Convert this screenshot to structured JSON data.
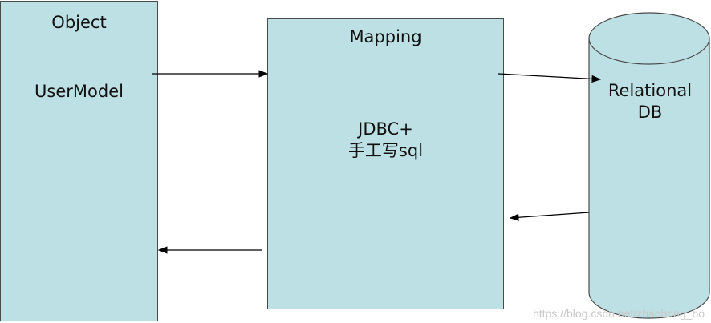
{
  "object": {
    "title": "Object",
    "name": "UserModel"
  },
  "mapping": {
    "title": "Mapping",
    "line1": "JDBC+",
    "line2": "手工写sql"
  },
  "database": {
    "line1": "Relational",
    "line2": "DB"
  },
  "colors": {
    "box_fill": "#bde0e4",
    "outline": "#4a4a4a",
    "arrow": "#000000"
  },
  "watermark": "https://blog.csdn.net/zhaohong_bo"
}
